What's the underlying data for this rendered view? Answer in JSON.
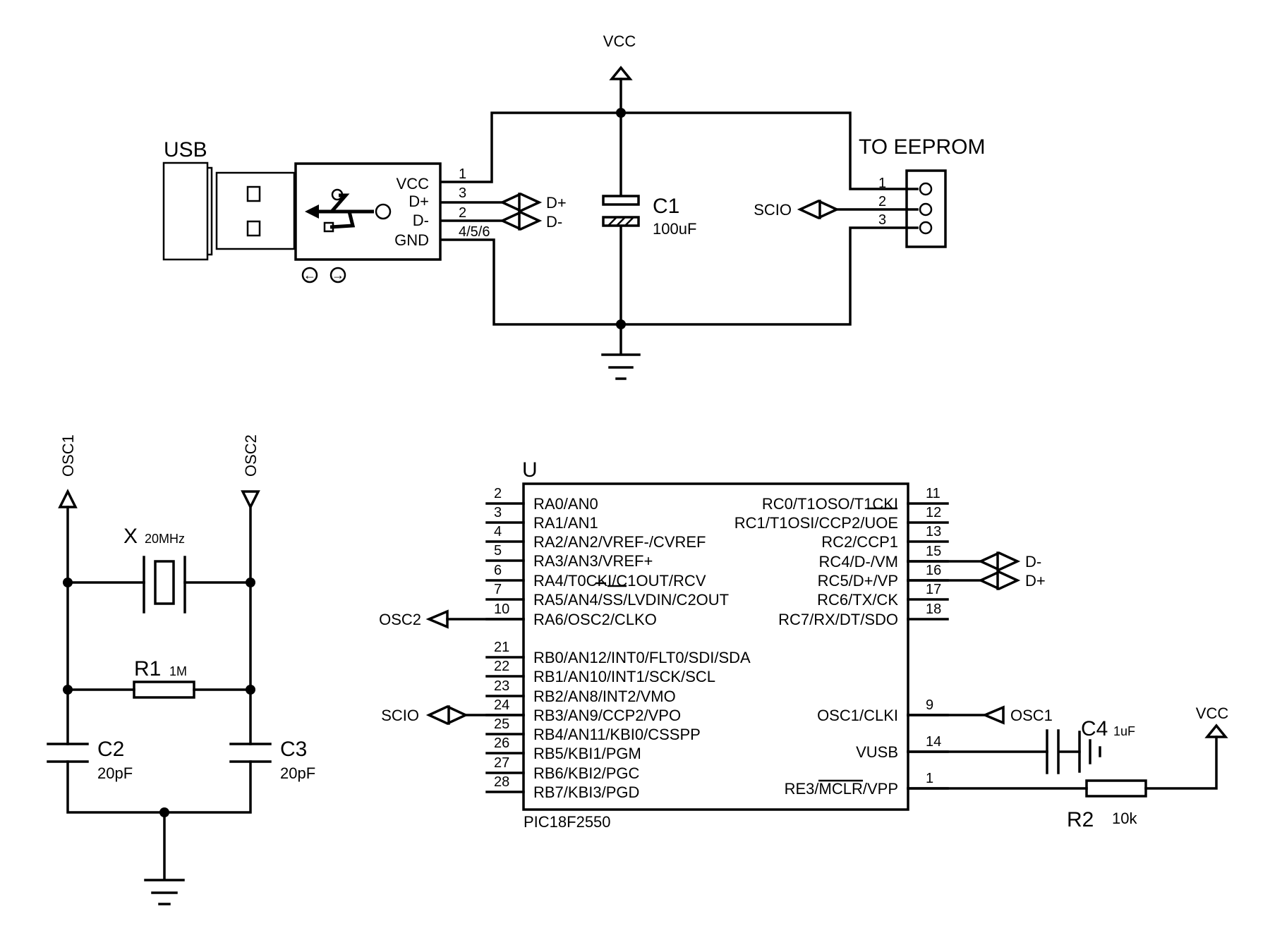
{
  "power": {
    "vcc_top": "VCC",
    "vcc_bottom": "VCC"
  },
  "usb": {
    "title": "USB",
    "pins": [
      "VCC",
      "D+",
      "D-",
      "GND"
    ],
    "pin_numbers": [
      "1",
      "3",
      "2",
      "4/5/6"
    ],
    "arrow_left": "←",
    "arrow_right": "→"
  },
  "nets": {
    "d_plus": "D+",
    "d_minus": "D-",
    "scio": "SCIO",
    "osc1": "OSC1",
    "osc2": "OSC2"
  },
  "c1": {
    "name": "C1",
    "value": "100uF"
  },
  "eeprom": {
    "title": "TO EEPROM",
    "pin_numbers": [
      "1",
      "2",
      "3"
    ]
  },
  "crystal": {
    "name": "X",
    "value": "20MHz"
  },
  "r1": {
    "name": "R1",
    "value": "1M"
  },
  "c2": {
    "name": "C2",
    "value": "20pF"
  },
  "c3": {
    "name": "C3",
    "value": "20pF"
  },
  "mcu": {
    "ref": "U",
    "part": "PIC18F2550",
    "left_pins": [
      {
        "num": "2",
        "name": "RA0/AN0"
      },
      {
        "num": "3",
        "name": "RA1/AN1"
      },
      {
        "num": "4",
        "name": "RA2/AN2/VREF-/CVREF"
      },
      {
        "num": "5",
        "name": "RA3/AN3/VREF+"
      },
      {
        "num": "6",
        "name": "RA4/T0CKI/C1OUT/RCV"
      },
      {
        "num": "7",
        "name": "RA5/AN4/SS/LVDIN/C2OUT"
      },
      {
        "num": "10",
        "name": "RA6/OSC2/CLKO"
      },
      {
        "num": "21",
        "name": "RB0/AN12/INT0/FLT0/SDI/SDA"
      },
      {
        "num": "22",
        "name": "RB1/AN10/INT1/SCK/SCL"
      },
      {
        "num": "23",
        "name": "RB2/AN8/INT2/VMO"
      },
      {
        "num": "24",
        "name": "RB3/AN9/CCP2/VPO"
      },
      {
        "num": "25",
        "name": "RB4/AN11/KBI0/CSSPP"
      },
      {
        "num": "26",
        "name": "RB5/KBI1/PGM"
      },
      {
        "num": "27",
        "name": "RB6/KBI2/PGC"
      },
      {
        "num": "28",
        "name": "RB7/KBI3/PGD"
      }
    ],
    "right_pins": [
      {
        "num": "11",
        "name": "RC0/T1OSO/T1CKI"
      },
      {
        "num": "12",
        "name": "RC1/T1OSI/CCP2/UOE"
      },
      {
        "num": "13",
        "name": "RC2/CCP1"
      },
      {
        "num": "15",
        "name": "RC4/D-/VM"
      },
      {
        "num": "16",
        "name": "RC5/D+/VP"
      },
      {
        "num": "17",
        "name": "RC6/TX/CK"
      },
      {
        "num": "18",
        "name": "RC7/RX/DT/SDO"
      },
      {
        "num": "9",
        "name": "OSC1/CLKI"
      },
      {
        "num": "14",
        "name": "VUSB"
      },
      {
        "num": "1",
        "name": "RE3/MCLR/VPP"
      }
    ]
  },
  "c4": {
    "name": "C4",
    "value": "1uF"
  },
  "r2": {
    "name": "R2",
    "value": "10k"
  }
}
